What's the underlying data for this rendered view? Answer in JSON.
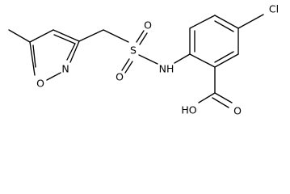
{
  "molecule": {
    "atoms": {
      "ring_oxygen": "O",
      "ring_nitrogen": "N",
      "sulfonyl_sulfur": "S",
      "sulfonyl_oxygen_top": "O",
      "sulfonyl_oxygen_bottom": "O",
      "amine": "NH",
      "chlorine": "Cl",
      "hydroxyl": "HO",
      "carbonyl_oxygen": "O"
    }
  }
}
